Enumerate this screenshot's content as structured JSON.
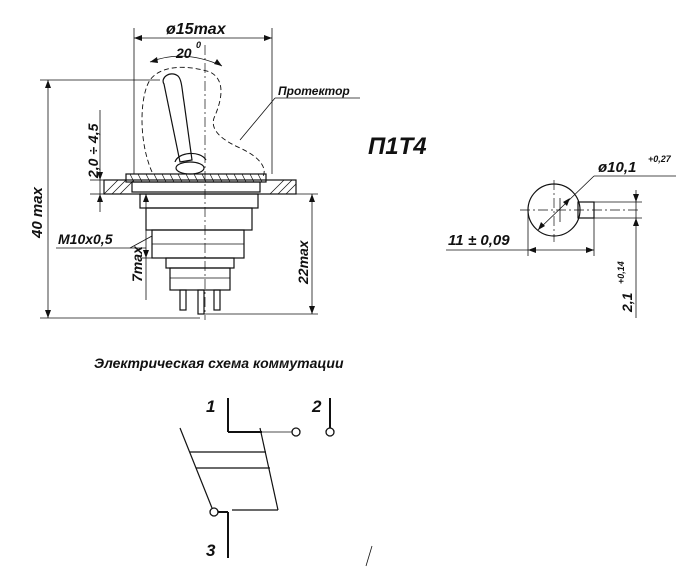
{
  "model": "П1Т4",
  "labels": {
    "diameter": "ø15max",
    "angle": "20",
    "angle_unit": "0",
    "protector": "Протектор",
    "range": "2,0 ÷ 4,5",
    "height": "40 max",
    "thread": "M10x0,5",
    "thread_length": "7max",
    "body_height": "22max"
  },
  "cutout": {
    "diameter_value": "ø10,1",
    "diameter_tol": "+0,27",
    "width_value": "11",
    "width_tol": "± 0,09",
    "key_value": "2,1",
    "key_tol": "+0,14"
  },
  "schematic": {
    "title": "Электрическая схема коммутации",
    "terminals": [
      "1",
      "2",
      "3"
    ]
  }
}
